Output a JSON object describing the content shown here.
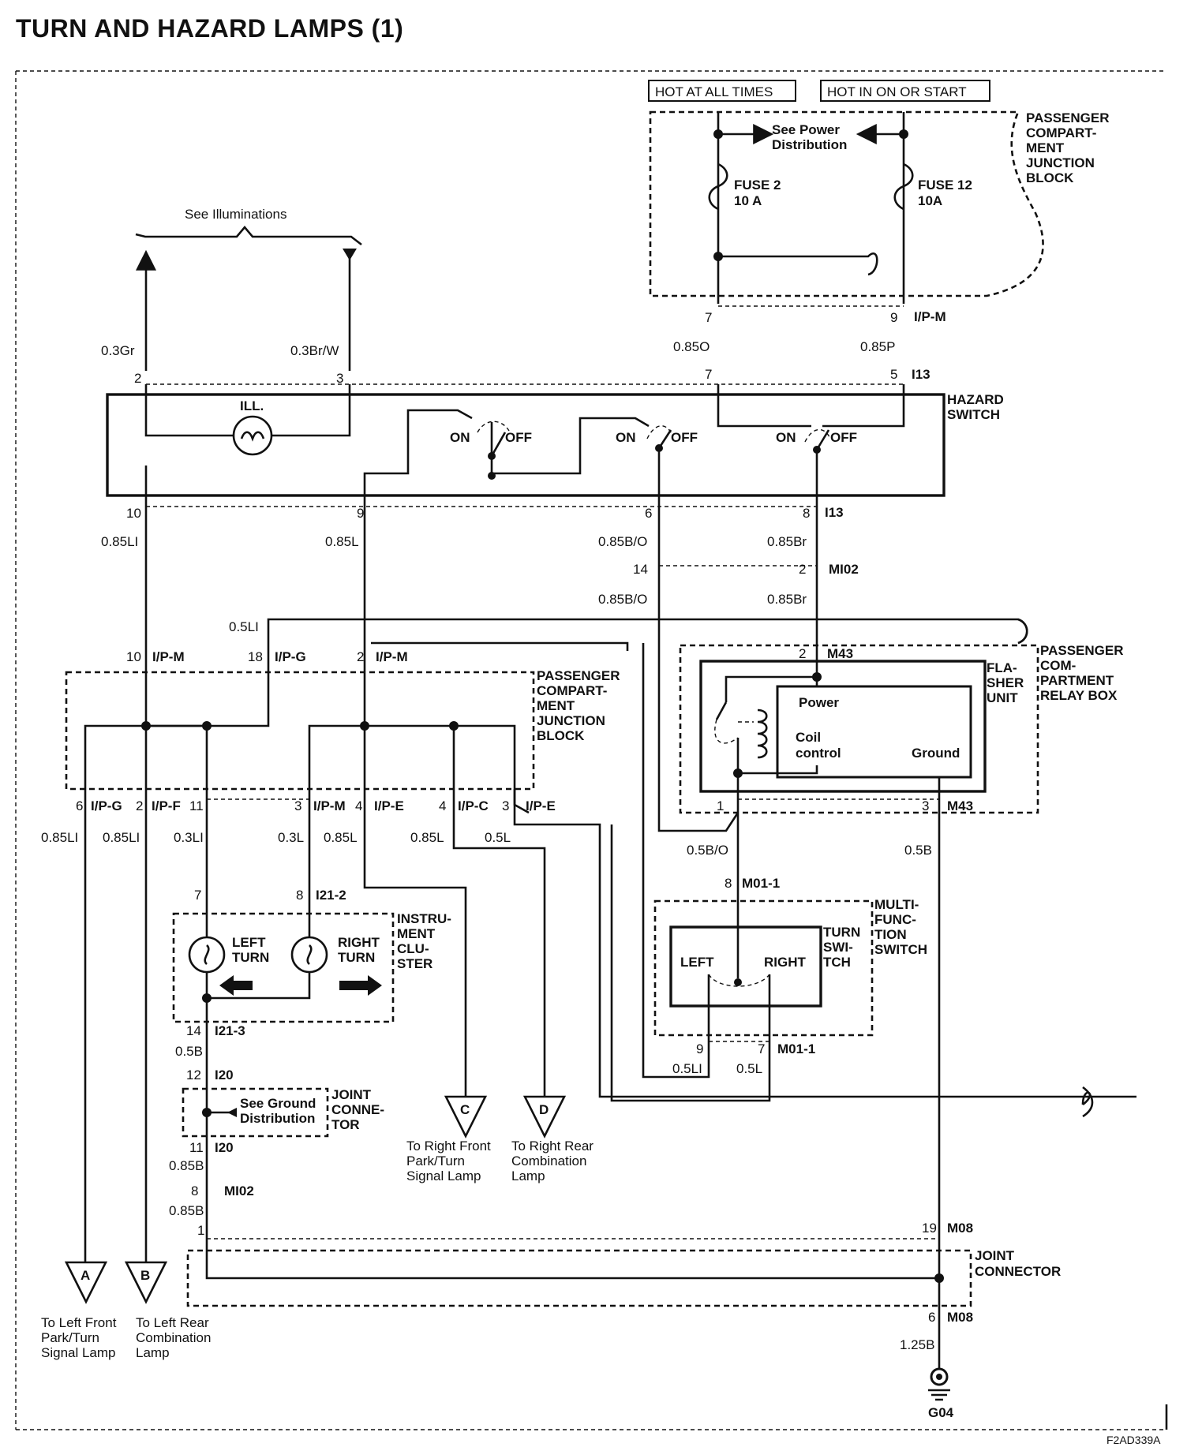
{
  "title": "TURN AND HAZARD LAMPS (1)",
  "figure_code": "F2AD339A",
  "header_tags": [
    "HOT AT ALL TIMES",
    "HOT IN ON OR START"
  ],
  "junction_block_top": [
    "PASSENGER",
    "COMPART-",
    "MENT",
    "JUNCTION",
    "BLOCK"
  ],
  "junction_block_mid": [
    "PASSENGER",
    "COMPART-",
    "MENT",
    "JUNCTION",
    "BLOCK"
  ],
  "relay_box": [
    "PASSENGER",
    "COM-",
    "PARTMENT",
    "RELAY BOX"
  ],
  "flasher_unit": [
    "FLA-",
    "SHER",
    "UNIT"
  ],
  "flasher_inner": {
    "power": "Power",
    "coil1": "Coil",
    "coil2": "control",
    "ground": "Ground"
  },
  "see_power": [
    "See Power",
    "Distribution"
  ],
  "see_illuminations": "See Illuminations",
  "see_ground": [
    "See Ground",
    "Distribution"
  ],
  "fuses": [
    {
      "name": "FUSE 2",
      "rating": "10 A"
    },
    {
      "name": "FUSE 12",
      "rating": "10A"
    }
  ],
  "hazard_switch": [
    "HAZARD",
    "SWITCH"
  ],
  "ill": "ILL.",
  "switch_on": "ON",
  "switch_off": "OFF",
  "instrument_cluster": [
    "INSTRU-",
    "MENT",
    "CLU-",
    "STER"
  ],
  "left_turn": [
    "LEFT",
    "TURN"
  ],
  "right_turn": [
    "RIGHT",
    "TURN"
  ],
  "joint_connector_small": [
    "JOINT",
    "CONNE-",
    "TOR"
  ],
  "joint_connector_big": [
    "JOINT",
    "CONNECTOR"
  ],
  "multi_func": [
    "MULTI-",
    "FUNC-",
    "TION",
    "SWITCH"
  ],
  "turn_switch": [
    "TURN",
    "SWI-",
    "TCH"
  ],
  "turn_left": "LEFT",
  "turn_right": "RIGHT",
  "ground_name": "G04",
  "wires": [
    "0.3Gr",
    "0.3Br/W",
    "0.85O",
    "0.85P",
    "0.85LI",
    "0.85L",
    "0.85B/O",
    "0.85Br",
    "0.5LI",
    "0.3LI",
    "0.3L",
    "0.5L",
    "0.5B",
    "0.85B",
    "1.25B",
    "0.5B/O"
  ],
  "connectors": [
    "I/P-M",
    "I13",
    "MI02",
    "M43",
    "I/P-G",
    "I/P-F",
    "I/P-E",
    "I/P-C",
    "I21-2",
    "I21-3",
    "I20",
    "M01-1",
    "M08"
  ],
  "pins": [
    "7",
    "9",
    "2",
    "3",
    "5",
    "10",
    "6",
    "8",
    "14",
    "18",
    "11",
    "4",
    "12",
    "1",
    "19"
  ],
  "outputs": [
    {
      "id": "A",
      "lines": [
        "To Left Front",
        "Park/Turn",
        "Signal Lamp"
      ]
    },
    {
      "id": "B",
      "lines": [
        "To Left Rear",
        "Combination",
        "Lamp"
      ]
    },
    {
      "id": "C",
      "lines": [
        "To Right Front",
        "Park/Turn",
        "Signal Lamp"
      ]
    },
    {
      "id": "D",
      "lines": [
        "To Right Rear",
        "Combination",
        "Lamp"
      ]
    }
  ]
}
